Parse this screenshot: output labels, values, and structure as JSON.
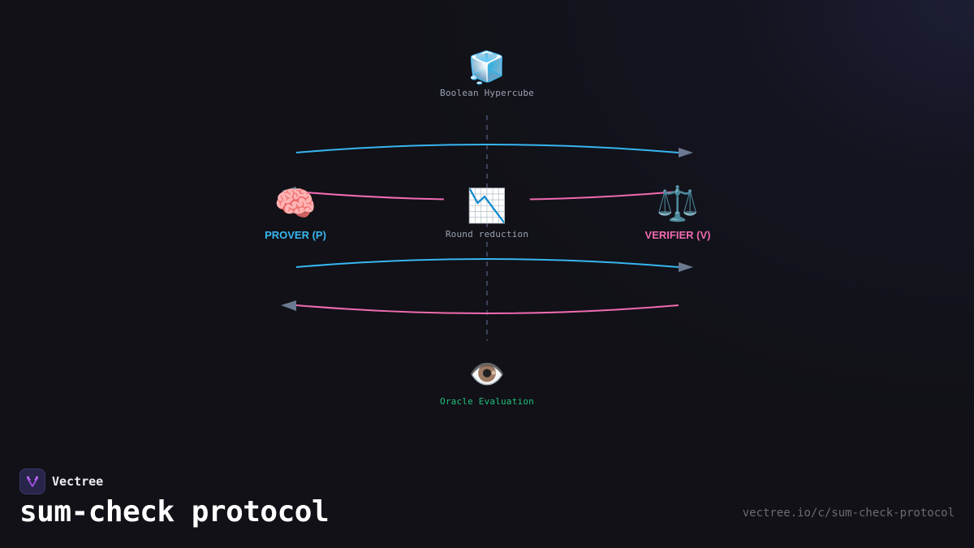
{
  "diagram": {
    "title": "sum-check protocol",
    "nodes": {
      "top": {
        "icon": "ice-cube-icon",
        "glyph": "🧊",
        "label": "Boolean Hypercube",
        "color": "#9aa3b2"
      },
      "center": {
        "icon": "chart-decreasing-icon",
        "glyph": "📉",
        "label": "Round reduction",
        "color": "#9aa3b2"
      },
      "bottom": {
        "icon": "eye-icon",
        "glyph": "👁️",
        "label": "Oracle Evaluation",
        "color": "#22c07a"
      },
      "prover": {
        "icon": "brain-icon",
        "glyph": "🧠",
        "label": "PROVER (P)",
        "color": "#38b6f0"
      },
      "verifier": {
        "icon": "balance-scale-icon",
        "glyph": "⚖️",
        "label": "VERIFIER (V)",
        "color": "#f06bb0"
      }
    },
    "messages": [
      {
        "from": "prover",
        "to": "verifier",
        "color": "#38b6f0"
      },
      {
        "from": "verifier",
        "to": "prover",
        "color": "#f06bb0"
      },
      {
        "from": "prover",
        "to": "verifier",
        "color": "#38b6f0"
      },
      {
        "from": "verifier",
        "to": "prover",
        "color": "#f06bb0"
      }
    ],
    "colors": {
      "background": "#111117",
      "arrowhead": "#6b7a90",
      "divider": "#3a4256",
      "prover_accent": "#38b6f0",
      "verifier_accent": "#f06bb0"
    }
  },
  "footer": {
    "brand_name": "Vectree",
    "brand_icon": "vectree-logo-icon",
    "page_title": "sum-check protocol",
    "url": "vectree.io/c/sum-check-protocol"
  }
}
